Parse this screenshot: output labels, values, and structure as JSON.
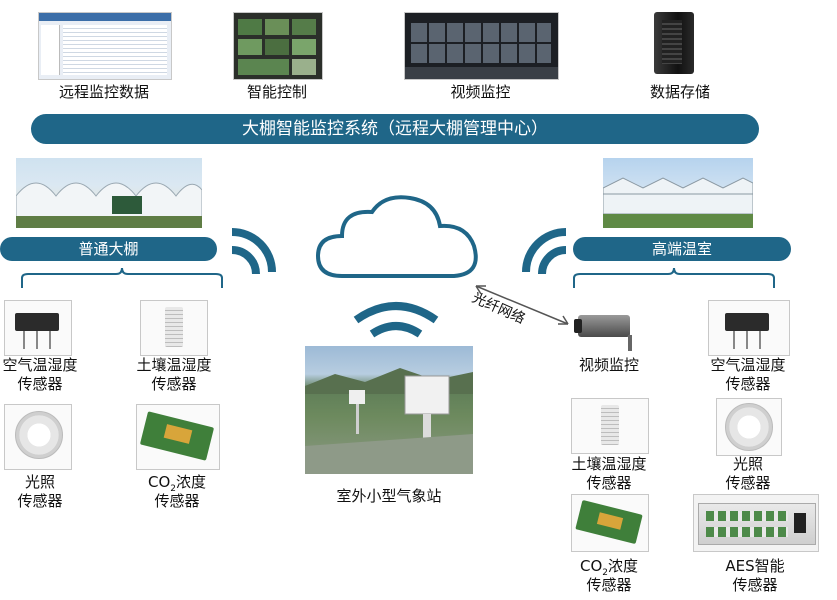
{
  "top": {
    "remote_data": "远程监控数据",
    "smart_control": "智能控制",
    "video_monitor": "视频监控",
    "data_storage": "数据存储"
  },
  "banner": "大棚智能监控系统（远程大棚管理中心）",
  "left": {
    "title": "普通大棚",
    "sensors": [
      {
        "line1": "空气温湿度",
        "line2": "传感器"
      },
      {
        "line1": "土壤温湿度",
        "line2": "传感器"
      },
      {
        "line1": "光照",
        "line2": "传感器"
      },
      {
        "line1_pre": "CO",
        "line1_sub": "2",
        "line1_post": "浓度",
        "line2": "传感器"
      }
    ]
  },
  "center": {
    "station": "室外小型气象站",
    "fiber": "光纤网络"
  },
  "right": {
    "title": "高端温室",
    "items": [
      {
        "line1": "视频监控",
        "line2": ""
      },
      {
        "line1": "空气温湿度",
        "line2": "传感器"
      },
      {
        "line1": "土壤温湿度",
        "line2": "传感器"
      },
      {
        "line1": "光照",
        "line2": "传感器"
      },
      {
        "line1_pre": "CO",
        "line1_sub": "2",
        "line1_post": "浓度",
        "line2": "传感器"
      },
      {
        "line1": "AES智能",
        "line2": "传感器"
      }
    ]
  },
  "colors": {
    "accent": "#1f6688",
    "wave": "#1f6688"
  }
}
